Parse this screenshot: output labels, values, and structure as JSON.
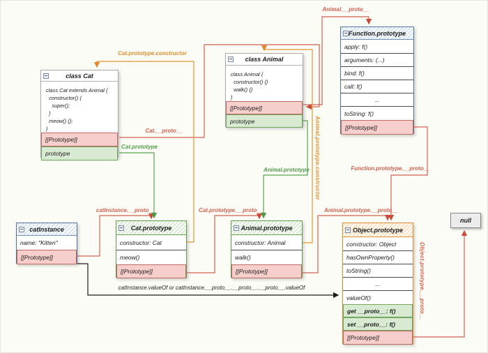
{
  "boxes": {
    "class_cat": {
      "title": "class Cat",
      "code": [
        "class Cat extends Animal {",
        "  constructor() {",
        "    super();",
        "  }",
        "  meow() {};",
        "}"
      ],
      "proto_row": "[[Prototype]]",
      "prototype_row": "prototype"
    },
    "class_animal": {
      "title": "class Animal",
      "code": [
        "class Animal {",
        "  constructor() {}",
        "  walk() {}",
        "}"
      ],
      "proto_row": "[[Prototype]]",
      "prototype_row": "prototype"
    },
    "function_prototype": {
      "title": "Function.prototype",
      "rows": [
        "apply: f()",
        "arguments: (...)",
        "bind: f()",
        "call: f()",
        "...",
        "toString: f()",
        "[[Prototype]]"
      ]
    },
    "cat_instance": {
      "title": "catInstance",
      "rows": [
        "name: \"Kitten\"",
        "[[Prototype]]"
      ]
    },
    "cat_prototype": {
      "title": "Cat.prototype",
      "rows": [
        "constructor: Cat",
        "meow()",
        "[[Prototype]]"
      ]
    },
    "animal_prototype": {
      "title": "Animal.prototype",
      "rows": [
        "constructor: Animal",
        "walk()",
        "[[Prototype]]"
      ]
    },
    "object_prototype": {
      "title": "Object.prototype",
      "rows": [
        "constructor: Object",
        "hasOwnProperty()",
        "toString()",
        "...",
        "valueOf()",
        "get __proto__: f()",
        "set __proto__: f()",
        "[[Prototype]]"
      ]
    },
    "null_box": {
      "title": "null"
    }
  },
  "labels": {
    "animal_proto": "Animal.__proto__",
    "cat_proto": "Cat.__proto__",
    "cat_prototype_link": "Cat.prototype",
    "cat_prototype_constructor": "Cat.prototype.constructor",
    "animal_prototype_link": "Animal.prototype",
    "animal_prototype_constructor": "Animal.prototype.constructor",
    "cat_instance_proto": "catInstance.__proto__",
    "cat_prototype_proto": "Cat.prototype.__proto__",
    "animal_prototype_proto": "Animal.prototype.__proto__",
    "function_prototype_proto": "Function.prototype.__proto__",
    "object_prototype_proto": "Object.prototype.__proto__",
    "value_of_path": "catInstance.valueOf or catInstance.__proto__.__proto__.__proto__.valueOf"
  },
  "colors": {
    "red": "#d4604f",
    "green": "#5aa24f",
    "orange": "#e0962f",
    "pink_row_bg": "#f6cecb",
    "green_row_bg": "#d9ead3",
    "black": "#1b1b1b"
  }
}
